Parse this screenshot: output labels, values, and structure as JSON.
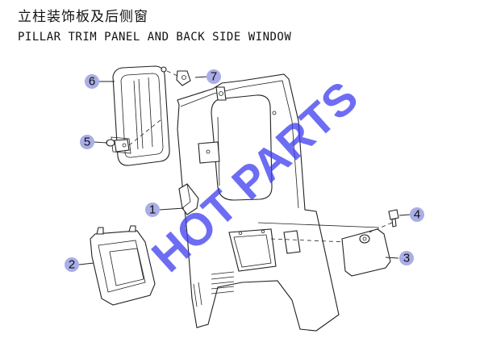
{
  "title": {
    "cn": "立柱装饰板及后侧窗",
    "en": "PILLAR TRIM PANEL AND BACK SIDE WINDOW"
  },
  "watermark": "HOT PARTS",
  "callouts": [
    {
      "id": "1",
      "label": "1"
    },
    {
      "id": "2",
      "label": "2"
    },
    {
      "id": "3",
      "label": "3"
    },
    {
      "id": "4",
      "label": "4"
    },
    {
      "id": "5",
      "label": "5"
    },
    {
      "id": "6",
      "label": "6"
    },
    {
      "id": "7",
      "label": "7"
    }
  ],
  "colors": {
    "callout_fill": "#a9aee6",
    "watermark": "#3d3df0",
    "line": "#222222"
  }
}
